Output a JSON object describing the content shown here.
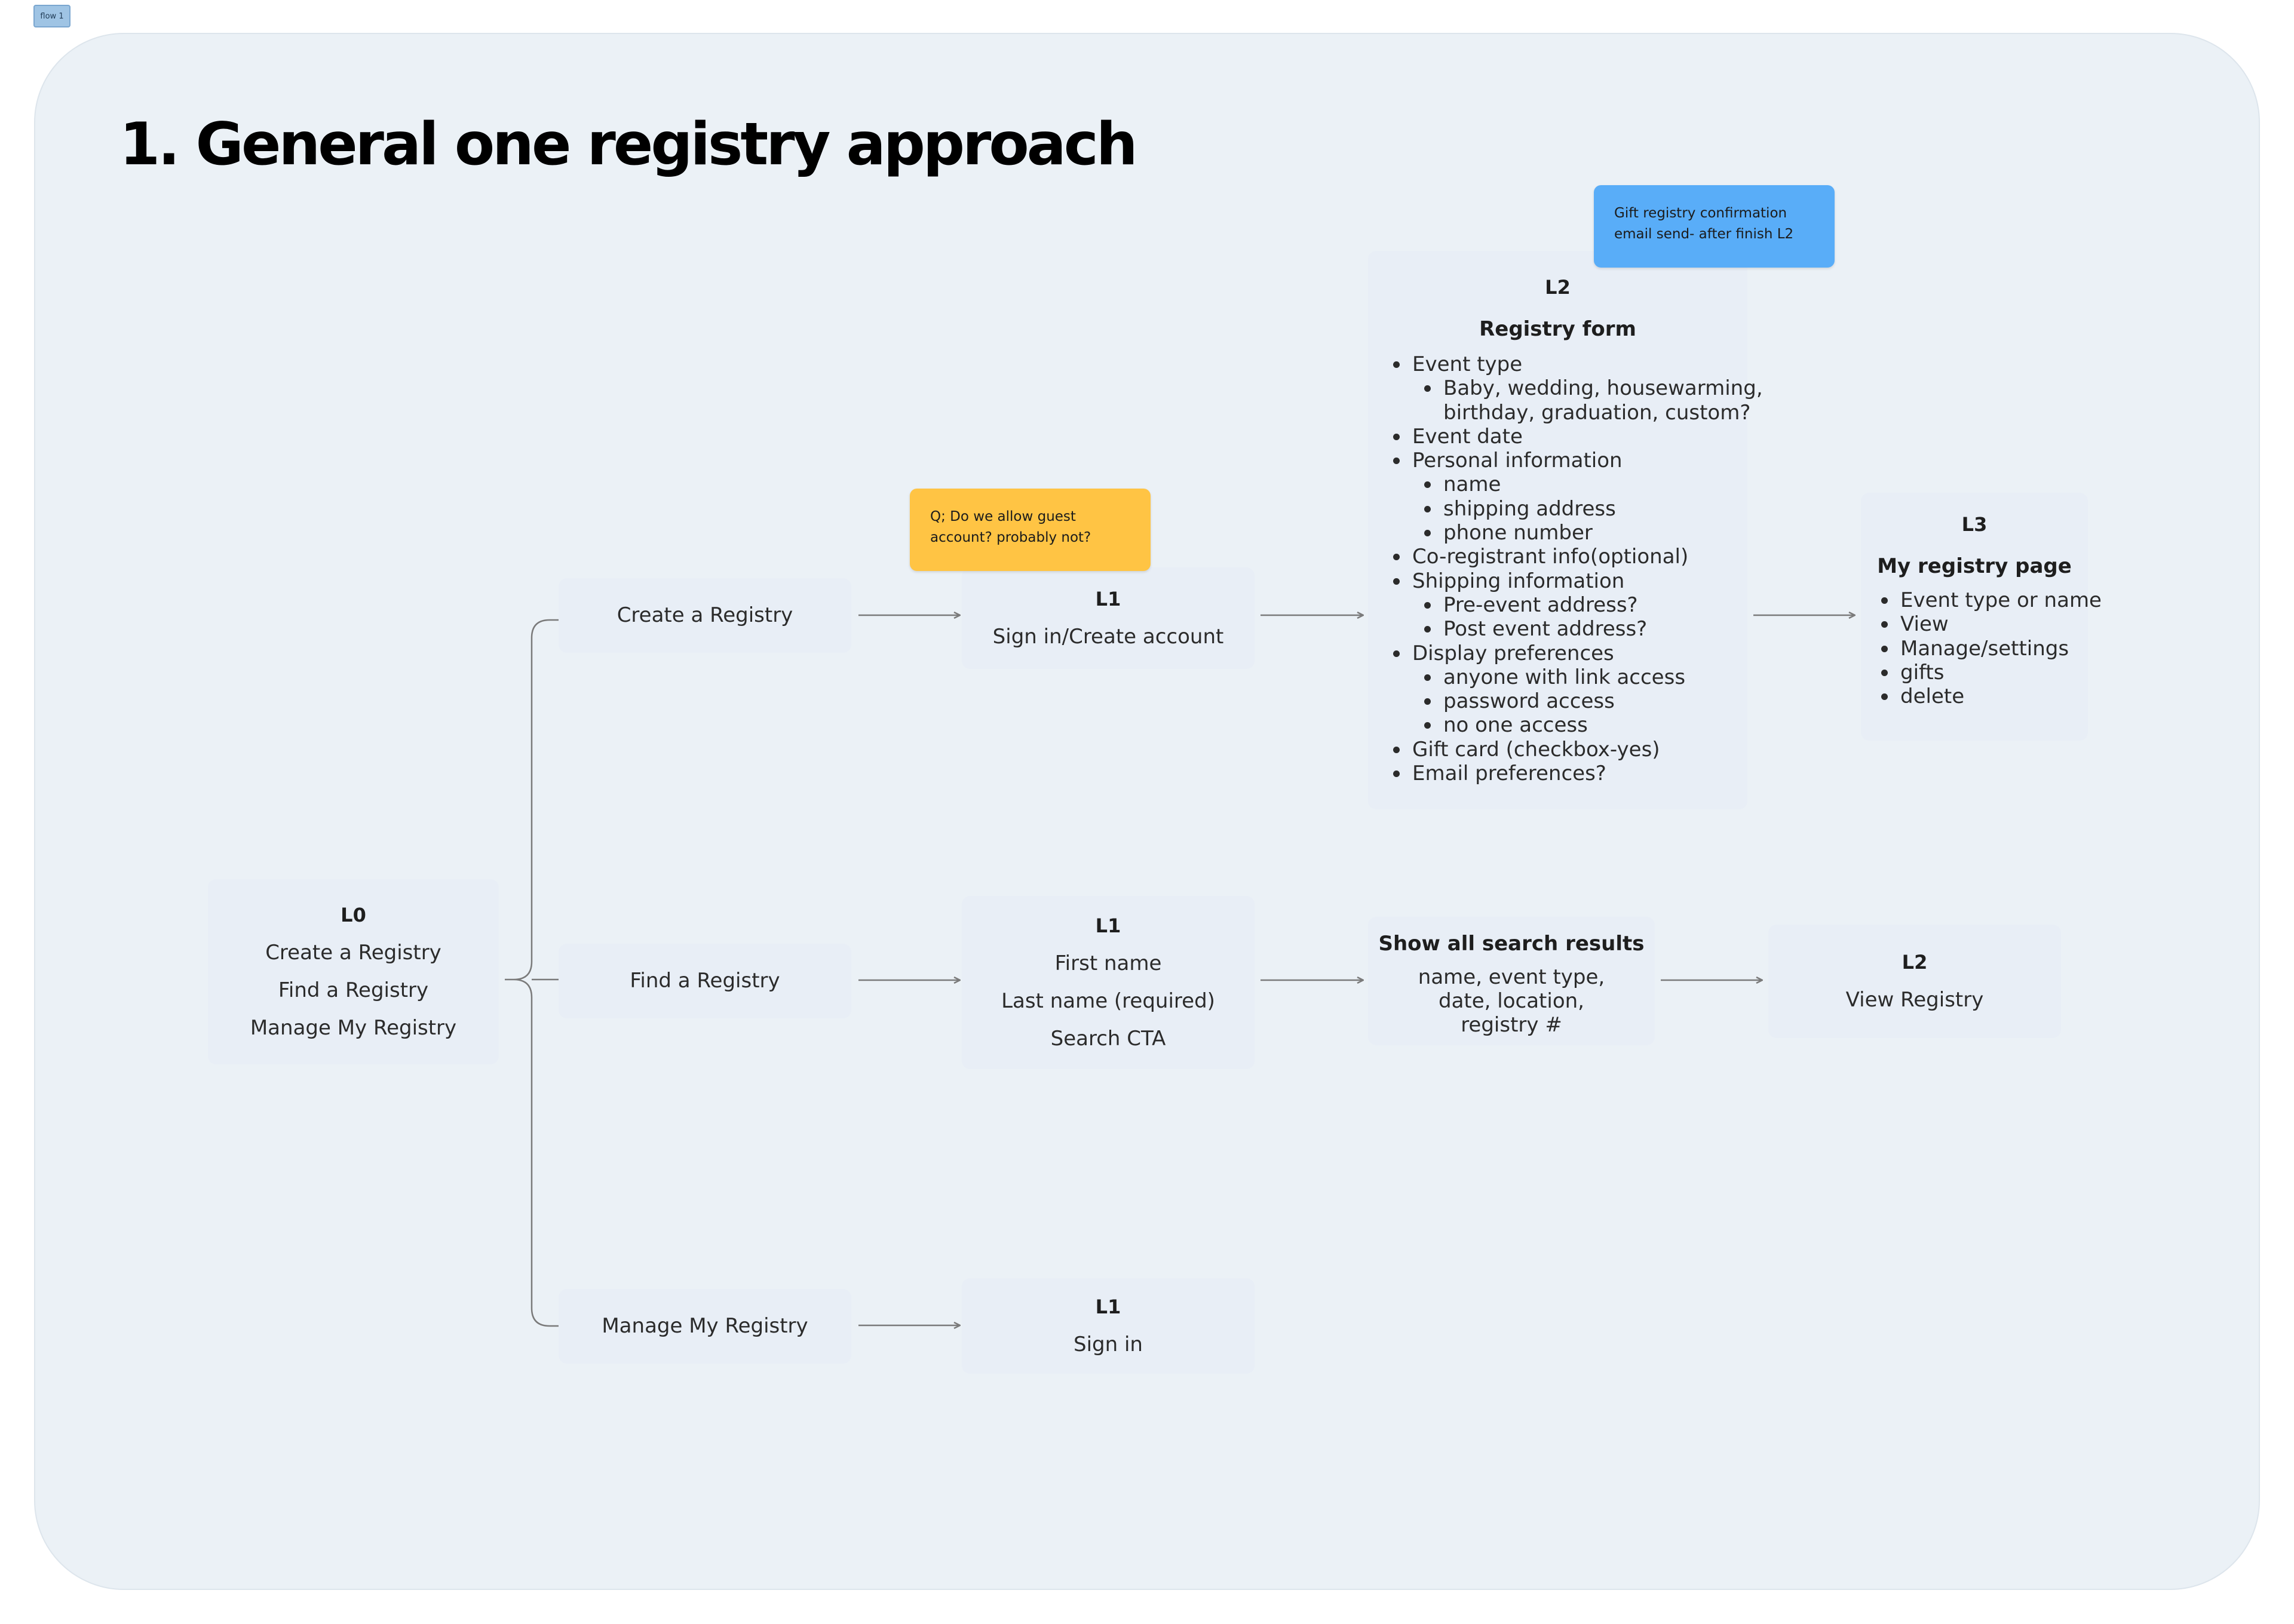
{
  "frame": {
    "label": "flow 1"
  },
  "title": "1.  General one registry approach",
  "colors": {
    "board": "#ebf1f6",
    "node": "#e8eef6",
    "sticky_yellow": "#ffc444",
    "sticky_blue": "#59adf8",
    "connector": "#7a7a7a"
  },
  "notes": {
    "guest": "Q; Do we allow guest account? probably not?",
    "confirmation": "Gift registry confirmation email send- after finish L2"
  },
  "l0": {
    "level": "L0",
    "items": [
      "Create a Registry",
      "Find a Registry",
      "Manage My Registry"
    ]
  },
  "branches": {
    "create": "Create a Registry",
    "find": "Find a Registry",
    "manage": "Manage My Registry"
  },
  "create_flow": {
    "l1": {
      "level": "L1",
      "text": "Sign in/Create account"
    },
    "l2": {
      "level": "L2",
      "title": "Registry form",
      "items": [
        {
          "text": "Event type",
          "children": [
            "Baby, wedding, housewarming,",
            "birthday, graduation, custom?"
          ]
        },
        {
          "text": "Event date",
          "children": []
        },
        {
          "text": "Personal information",
          "children": [
            "name",
            "shipping address",
            "phone number"
          ]
        },
        {
          "text": "Co-registrant info(optional)",
          "children": []
        },
        {
          "text": "Shipping information",
          "children": [
            "Pre-event address?",
            "Post event address?"
          ]
        },
        {
          "text": "Display preferences",
          "children": [
            "anyone with link access",
            "password access",
            "no one access"
          ]
        },
        {
          "text": "Gift card (checkbox-yes)",
          "children": []
        },
        {
          "text": "Email preferences?",
          "children": []
        }
      ]
    },
    "l3": {
      "level": "L3",
      "title": "My registry page",
      "items": [
        "Event type or name",
        "View",
        "Manage/settings",
        "gifts",
        "delete"
      ]
    }
  },
  "find_flow": {
    "l1": {
      "level": "L1",
      "items": [
        "First name",
        "Last name (required)",
        "Search CTA"
      ]
    },
    "results": {
      "title": "Show all search results",
      "text": "name, event type, date, location, registry #"
    },
    "l2": {
      "level": "L2",
      "text": "View Registry"
    }
  },
  "manage_flow": {
    "l1": {
      "level": "L1",
      "text": "Sign in"
    }
  }
}
